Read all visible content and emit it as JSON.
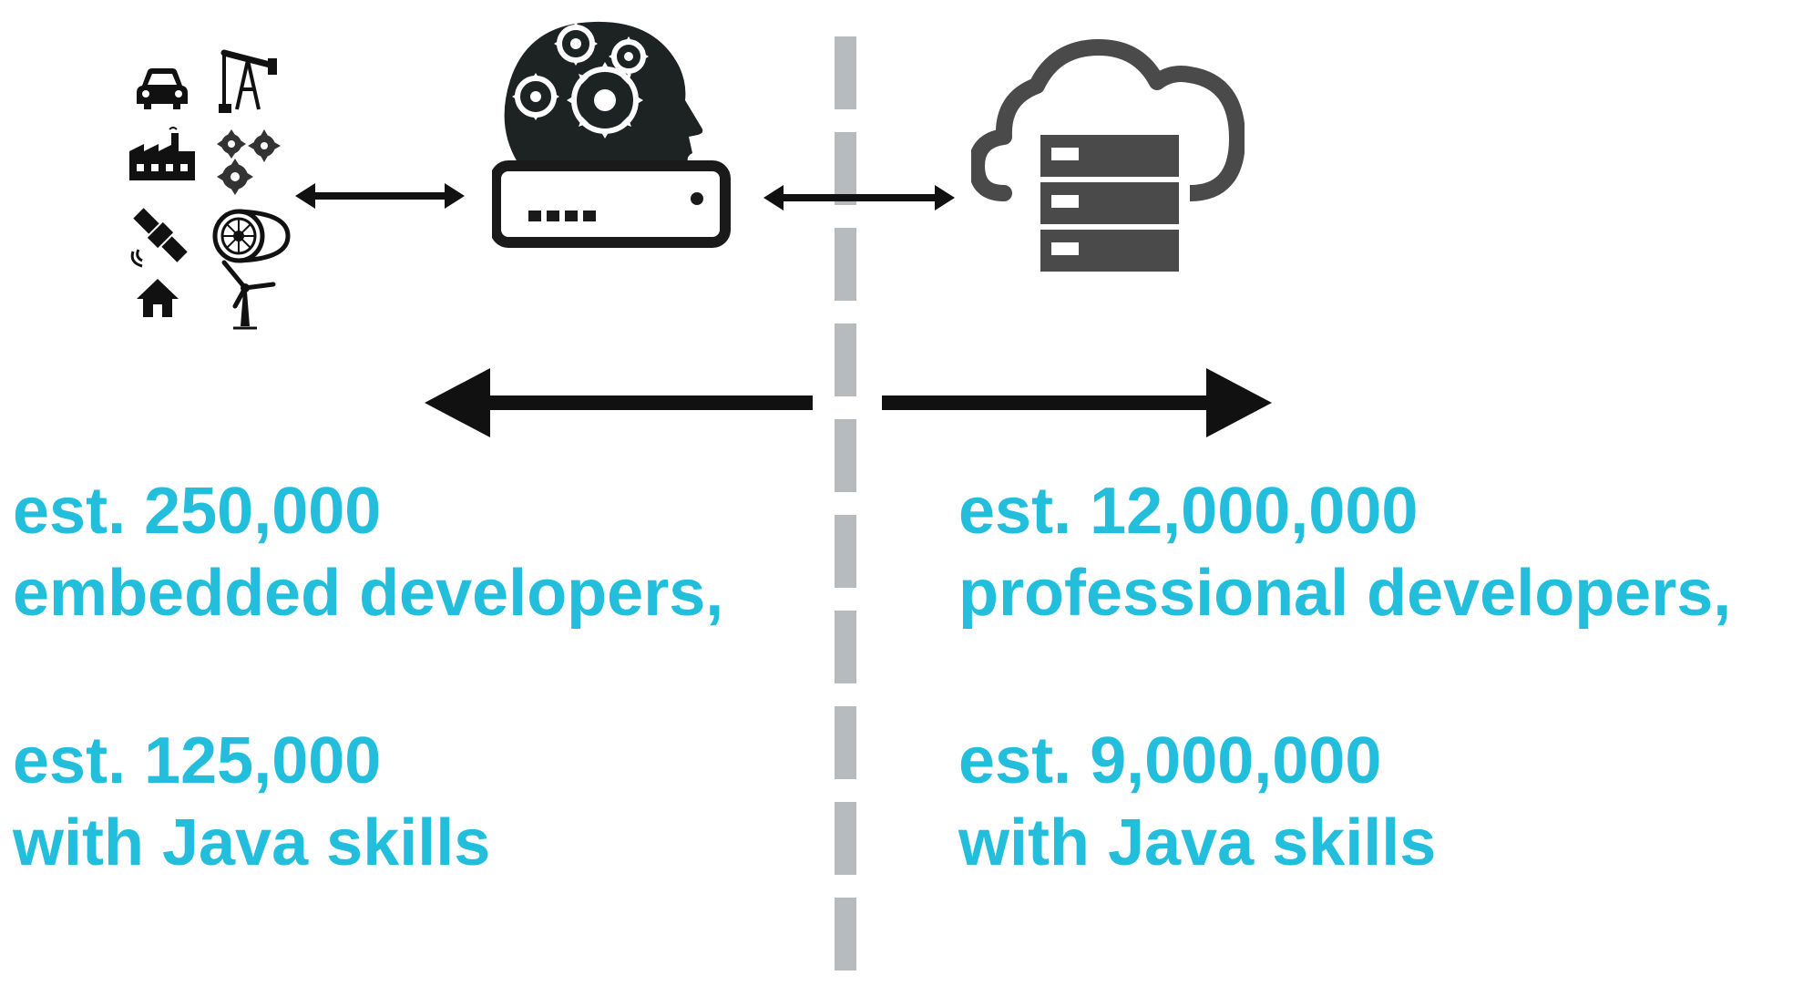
{
  "colors": {
    "accent_text": "#22BEDB",
    "divider": "#B7BBBE",
    "icon_dark": "#111111",
    "cloud_gray": "#4A4A4A"
  },
  "icons": {
    "devices": [
      "car-icon",
      "oil-pump-icon",
      "factory-icon",
      "gears-icon",
      "satellite-icon",
      "turbine-engine-icon",
      "home-icon",
      "wind-turbine-icon"
    ],
    "gateway": "ai-head-gateway-icon",
    "cloud": "cloud-server-icon"
  },
  "left_stats": {
    "line1": "est. 250,000",
    "line2": "embedded developers,",
    "line3": "est. 125,000",
    "line4": "with Java skills"
  },
  "right_stats": {
    "line1": "est. 12,000,000",
    "line2": "professional developers,",
    "line3": "est. 9,000,000",
    "line4": "with Java skills"
  }
}
